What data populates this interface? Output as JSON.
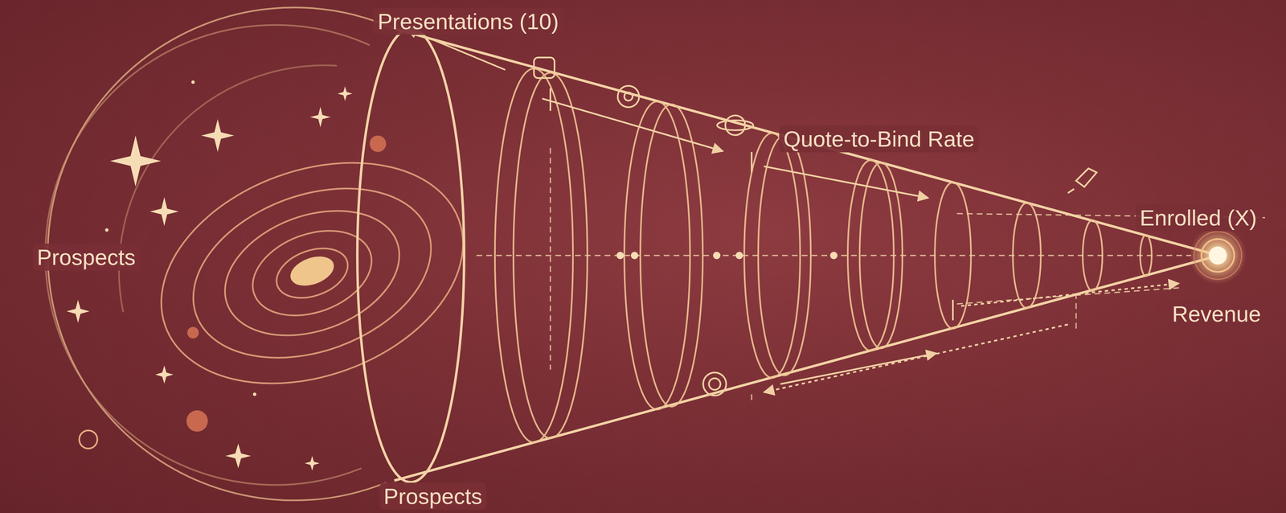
{
  "diagram": {
    "labels": [
      "Presentations (10)",
      "Quote-to-Bind Rate",
      "Prospects",
      "Enrolled (X)",
      "Revenue",
      "Prospects"
    ]
  }
}
